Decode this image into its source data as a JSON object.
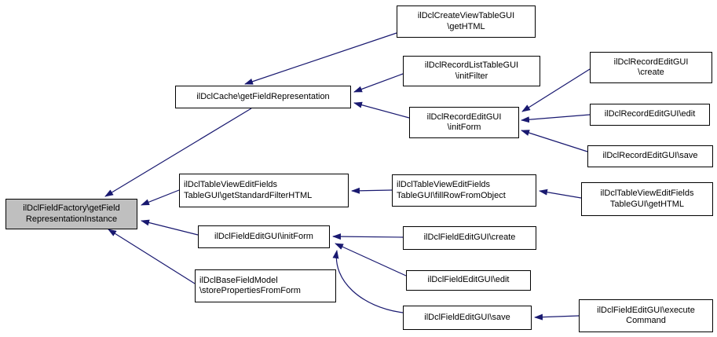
{
  "diagram": {
    "type": "caller-graph",
    "nodes": [
      {
        "id": "focal",
        "label": "ilDclFieldFactory\\getField\nRepresentationInstance",
        "highlighted": true
      },
      {
        "id": "cache-getFieldRepresentation",
        "label": "ilDclCache\\getFieldRepresentation",
        "highlighted": false
      },
      {
        "id": "createviewtablegui-getHTML",
        "label": "ilDclCreateViewTableGUI\n\\getHTML",
        "highlighted": false
      },
      {
        "id": "recordlisttablegui-initFilter",
        "label": "ilDclRecordListTableGUI\n\\initFilter",
        "highlighted": false
      },
      {
        "id": "recordeditgui-initForm",
        "label": "ilDclRecordEditGUI\n\\initForm",
        "highlighted": false
      },
      {
        "id": "recordeditgui-create",
        "label": "ilDclRecordEditGUI\n\\create",
        "highlighted": false
      },
      {
        "id": "recordeditgui-edit",
        "label": "ilDclRecordEditGUI\\edit",
        "highlighted": false
      },
      {
        "id": "recordeditgui-save",
        "label": "ilDclRecordEditGUI\\save",
        "highlighted": false
      },
      {
        "id": "tablevieweditfields-getStandardFilterHTML",
        "label": "ilDclTableViewEditFields\nTableGUI\\getStandardFilterHTML",
        "highlighted": false
      },
      {
        "id": "tablevieweditfields-fillRowFromObject",
        "label": "ilDclTableViewEditFields\nTableGUI\\fillRowFromObject",
        "highlighted": false
      },
      {
        "id": "tablevieweditfields-getHTML",
        "label": "ilDclTableViewEditFields\nTableGUI\\getHTML",
        "highlighted": false
      },
      {
        "id": "fieldeditgui-initForm",
        "label": "ilDclFieldEditGUI\\initForm",
        "highlighted": false
      },
      {
        "id": "fieldeditgui-create",
        "label": "ilDclFieldEditGUI\\create",
        "highlighted": false
      },
      {
        "id": "fieldeditgui-edit",
        "label": "ilDclFieldEditGUI\\edit",
        "highlighted": false
      },
      {
        "id": "basefieldmodel-storePropertiesFromForm",
        "label": "ilDclBaseFieldModel\n\\storePropertiesFromForm",
        "highlighted": false
      },
      {
        "id": "fieldeditgui-save",
        "label": "ilDclFieldEditGUI\\save",
        "highlighted": false
      },
      {
        "id": "fieldeditgui-executeCommand",
        "label": "ilDclFieldEditGUI\\execute\nCommand",
        "highlighted": false
      }
    ],
    "edges": [
      {
        "from": "cache-getFieldRepresentation",
        "to": "focal"
      },
      {
        "from": "tablevieweditfields-getStandardFilterHTML",
        "to": "focal"
      },
      {
        "from": "fieldeditgui-initForm",
        "to": "focal"
      },
      {
        "from": "basefieldmodel-storePropertiesFromForm",
        "to": "focal"
      },
      {
        "from": "createviewtablegui-getHTML",
        "to": "cache-getFieldRepresentation"
      },
      {
        "from": "recordlisttablegui-initFilter",
        "to": "cache-getFieldRepresentation"
      },
      {
        "from": "recordeditgui-initForm",
        "to": "cache-getFieldRepresentation"
      },
      {
        "from": "recordeditgui-create",
        "to": "recordeditgui-initForm"
      },
      {
        "from": "recordeditgui-edit",
        "to": "recordeditgui-initForm"
      },
      {
        "from": "recordeditgui-save",
        "to": "recordeditgui-initForm"
      },
      {
        "from": "tablevieweditfields-fillRowFromObject",
        "to": "tablevieweditfields-getStandardFilterHTML"
      },
      {
        "from": "tablevieweditfields-getHTML",
        "to": "tablevieweditfields-fillRowFromObject"
      },
      {
        "from": "fieldeditgui-create",
        "to": "fieldeditgui-initForm"
      },
      {
        "from": "fieldeditgui-edit",
        "to": "fieldeditgui-initForm"
      },
      {
        "from": "fieldeditgui-save",
        "to": "fieldeditgui-initForm"
      },
      {
        "from": "fieldeditgui-executeCommand",
        "to": "fieldeditgui-save"
      }
    ]
  },
  "colors": {
    "edge": "#191970",
    "node_fill": "#ffffff",
    "node_border": "#000000",
    "focal_node_fill": "#bfbfbf"
  }
}
